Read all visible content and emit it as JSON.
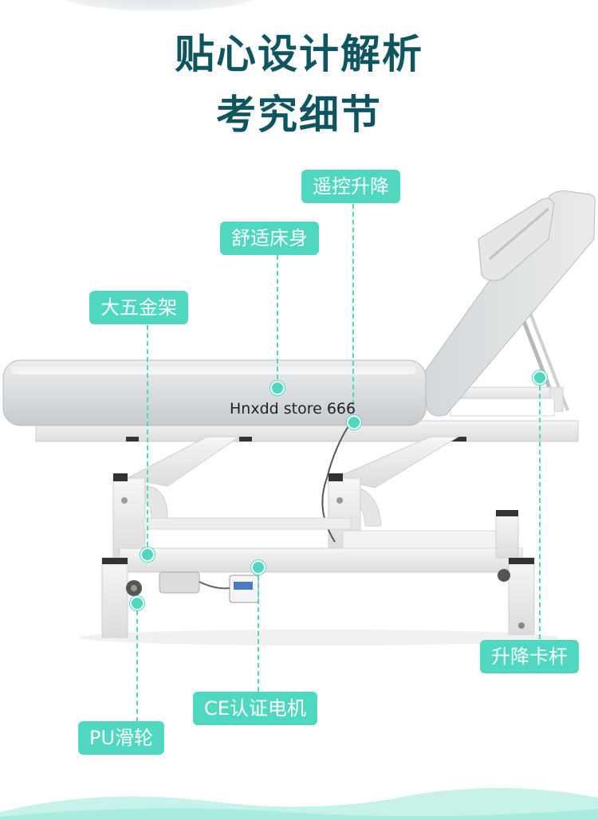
{
  "heading": {
    "line1": "贴心设计解析",
    "line2": "考究细节"
  },
  "watermark": "Hnxdd store 666",
  "labels": {
    "remote_lift": "遥控升降",
    "comfort_body": "舒适床身",
    "frame": "大五金架",
    "lift_bar": "升降卡杆",
    "motor": "CE认证电机",
    "wheel": "PU滑轮"
  },
  "colors": {
    "heading": "#0f5560",
    "tag": "#4fd8bf",
    "bed_upholstery": "#dcdfe1"
  }
}
